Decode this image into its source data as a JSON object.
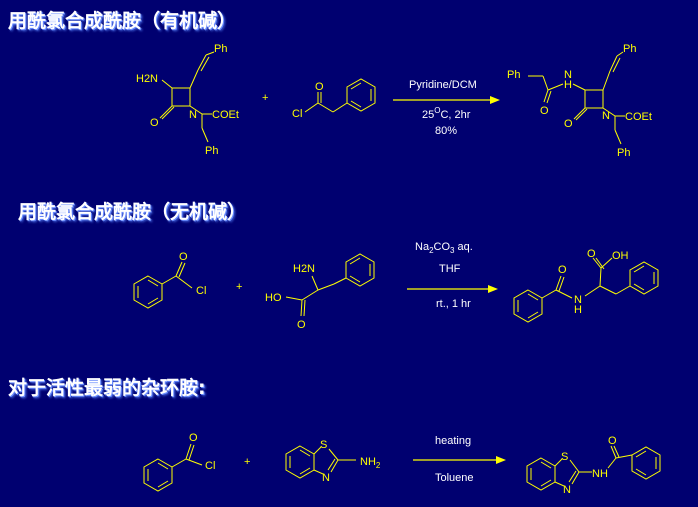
{
  "sections": [
    {
      "heading": "用酰氯合成酰胺（有机碱）",
      "plus": "+",
      "reactant1": {
        "label_nh2": "H2N",
        "label_ph_top": "Ph",
        "label_o": "O",
        "label_n": "N",
        "label_coet": "COEt",
        "label_ph_bottom": "Ph"
      },
      "reactant2": {
        "label_o": "O",
        "label_cl": "Cl"
      },
      "conditions": {
        "above": "Pyridine/DCM",
        "temp": "25",
        "temp_sup": "O",
        "temp_rest": "C, 2hr",
        "yield": "80%"
      },
      "product": {
        "label_ph_amide": "Ph",
        "label_nh": "N",
        "label_h": "H",
        "label_o_amide": "O",
        "label_ph_top": "Ph",
        "label_o": "O",
        "label_n": "N",
        "label_coet": "COEt",
        "label_ph_bottom": "Ph"
      }
    },
    {
      "heading": "用酰氯合成酰胺（无机碱）",
      "plus": "+",
      "reactant1": {
        "label_o": "O",
        "label_cl": "Cl"
      },
      "reactant2": {
        "label_nh2": "H2N",
        "label_ho": "HO",
        "label_o": "O"
      },
      "conditions": {
        "above_main": "Na",
        "above_sub1": "2",
        "above_mid": "CO",
        "above_sub2": "3",
        "above_rest": " aq.",
        "middle": "THF",
        "below": "rt., 1 hr"
      },
      "product": {
        "label_o_amide": "O",
        "label_oh": "OH",
        "label_o_acid": "O",
        "label_nh_n": "N",
        "label_nh_h": "H"
      }
    },
    {
      "heading": "对于活性最弱的杂环胺:",
      "plus": "+",
      "reactant1": {
        "label_o": "O",
        "label_cl": "Cl"
      },
      "reactant2": {
        "label_s": "S",
        "label_n": "N",
        "label_nh2": "NH",
        "label_nh2_sub": "2"
      },
      "conditions": {
        "above": "heating",
        "below": "Toluene"
      },
      "product": {
        "label_s": "S",
        "label_n": "N",
        "label_nh": "NH",
        "label_o": "O"
      }
    }
  ],
  "colors": {
    "background": "#000070",
    "structure": "#ffff00",
    "text": "#ffffff",
    "heading_shadow": "#6a8cff"
  }
}
